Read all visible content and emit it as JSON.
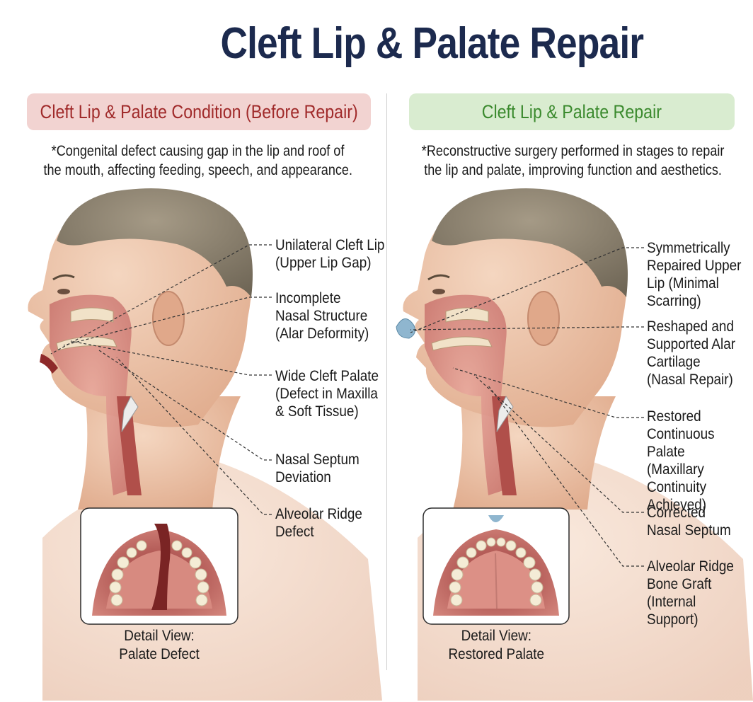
{
  "title": "Cleft Lip & Palate Repair",
  "left": {
    "heading": "Cleft Lip & Palate Condition (Before Repair)",
    "description_line1": "*Congenital defect causing gap in the lip and roof of",
    "description_line2": "the mouth, affecting feeding, speech, and appearance.",
    "labels": [
      "Unilateral Cleft Lip\n(Upper Lip Gap)",
      "Incomplete\nNasal Structure\n(Alar Deformity)",
      "Wide Cleft Palate\n(Defect in Maxilla\n& Soft Tissue)",
      "Nasal Septum\nDeviation",
      "Alveolar Ridge\nDefect"
    ],
    "caption": "Detail View:\nPalate Defect"
  },
  "right": {
    "heading": "Cleft Lip & Palate Repair",
    "description_line1": "*Reconstructive surgery performed in stages to repair",
    "description_line2": "the lip and palate, improving function and aesthetics.",
    "labels": [
      "Symmetrically\nRepaired Upper\nLip (Minimal\nScarring)",
      "Reshaped and\nSupported Alar\nCartilage\n(Nasal Repair)",
      "Restored\nContinuous\nPalate (Maxillary\nContinuity\nAchieved)",
      "Corrected\nNasal Septum",
      "Alveolar Ridge\nBone Graft\n(Internal Support)"
    ],
    "caption": "Detail View:\nRestored Palate"
  },
  "colors": {
    "title": "#1c2a4e",
    "before_heading": "#a02a2a",
    "before_pill": "#f2d3d1",
    "after_heading": "#3b8a2e",
    "after_pill": "#d9ecd0",
    "skin": "#e9bfa2",
    "hair": "#8c8270",
    "tissue": "#d98a82"
  }
}
